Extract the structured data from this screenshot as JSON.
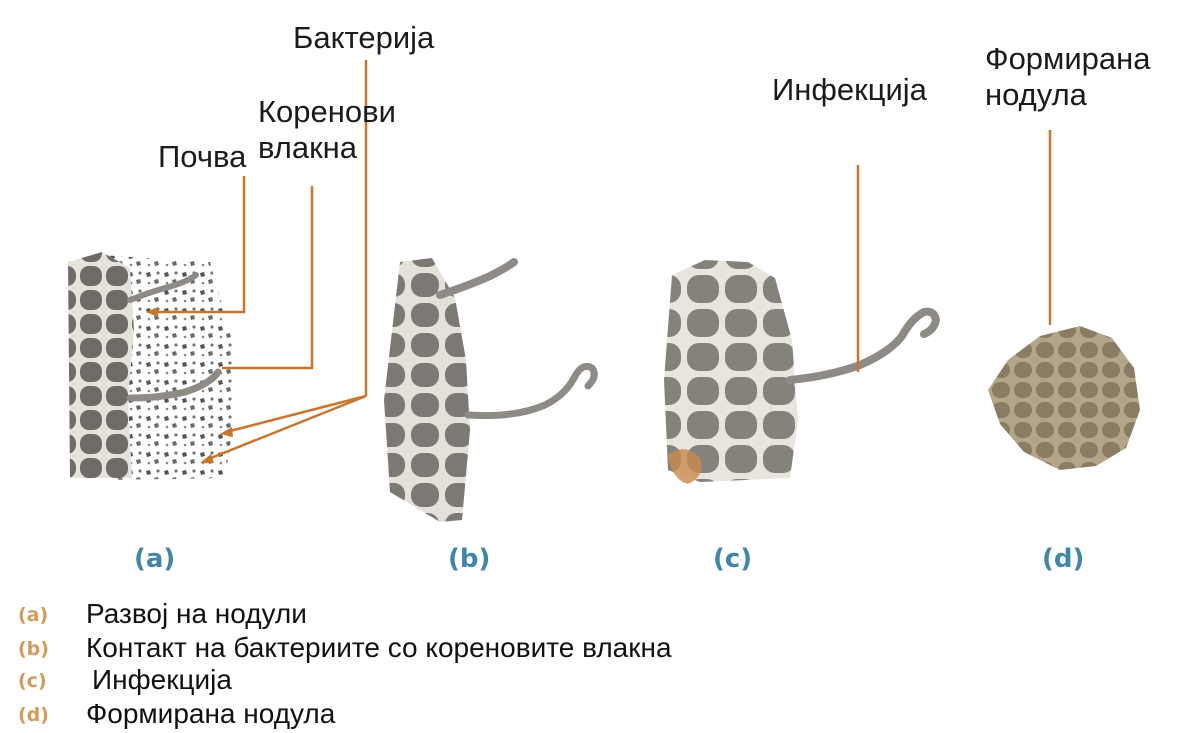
{
  "labels": {
    "soil": "Почва",
    "root_hairs": "Коренови\nвлакна",
    "bacteria": "Бактерија",
    "infection": "Инфекција",
    "formed_nodule": "Формирана\nнодула"
  },
  "panels": [
    "(a)",
    "(b)",
    "(c)",
    "(d)"
  ],
  "legend": [
    {
      "key": "(a)",
      "text": "Развој на нодули"
    },
    {
      "key": "(b)",
      "text": "Контакт на бактериите со кореновите влакна"
    },
    {
      "key": "(c)",
      "text": "Инфекција"
    },
    {
      "key": "(d)",
      "text": "Формирана нодула"
    }
  ],
  "colors": {
    "leader_line": "#c8762e",
    "panel_letter": "#3f86a8",
    "legend_key": "#d49a5a",
    "cell_fill": "#7a7772",
    "cell_border": "#e7e4dd",
    "nodule": "#8f8168"
  }
}
